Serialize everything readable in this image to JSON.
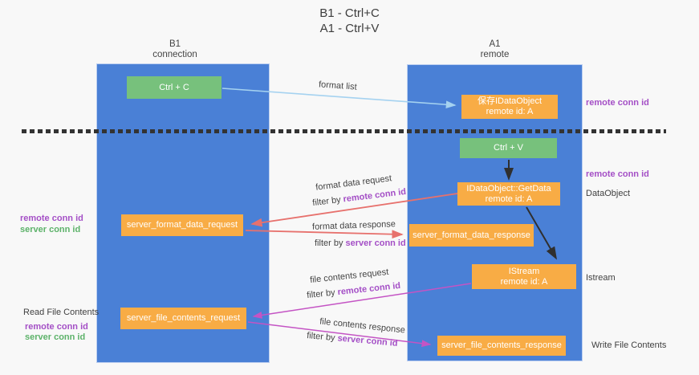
{
  "title": {
    "line1": "B1 - Ctrl+C",
    "line2": "A1 - Ctrl+V"
  },
  "lanes": {
    "left": {
      "name": "B1",
      "role": "connection"
    },
    "right": {
      "name": "A1",
      "role": "remote"
    }
  },
  "boxes": {
    "ctrl_c": "Ctrl + C",
    "ctrl_v": "Ctrl + V",
    "save_idataobject": {
      "line1": "保存IDataObject",
      "line2": "remote id: A"
    },
    "getdata": {
      "line1": "IDataObject::GetData",
      "line2": "remote id: A"
    },
    "istream": {
      "line1": "IStream",
      "line2": "remote id: A"
    },
    "server_format_data_request": "server_format_data_request",
    "server_format_data_response": "server_format_data_response",
    "server_file_contents_request": "server_file_contents_request",
    "server_file_contents_response": "server_file_contents_response"
  },
  "arrow_labels": {
    "format_list": "format list",
    "format_data_request": "format data request",
    "format_data_response": "format data response",
    "file_contents_request": "file contents request",
    "file_contents_response": "file contents response",
    "filter_prefix": "filter by ",
    "filter1_id": "remote conn id",
    "filter2_id": "server conn id",
    "filter3_id": "remote conn id",
    "filter4_id": "server conn id"
  },
  "side_labels": {
    "remote_conn_id_top_right": "remote conn id",
    "remote_conn_id_mid_right": "remote conn id",
    "dataobject": "DataObject",
    "istream": "Istream",
    "write_file_contents": "Write File Contents",
    "remote_conn_id_left_1": "remote conn id",
    "server_conn_id_left_1": "server conn id",
    "read_file_contents": "Read File Contents",
    "remote_conn_id_left_2": "remote conn id",
    "server_conn_id_left_2": "server conn id"
  },
  "colors": {
    "lane_blue": "#4a80d6",
    "box_green": "#77c17c",
    "box_orange": "#f8ac45",
    "arrow_light_blue": "#a5d2f0",
    "arrow_salmon": "#e7716d",
    "arrow_magenta": "#c454c4",
    "arrow_black": "#2f2f2f",
    "text_purple": "#a44fc6",
    "text_green": "#5cb269",
    "dash_color": "#333333",
    "background": "#f8f8f8"
  }
}
